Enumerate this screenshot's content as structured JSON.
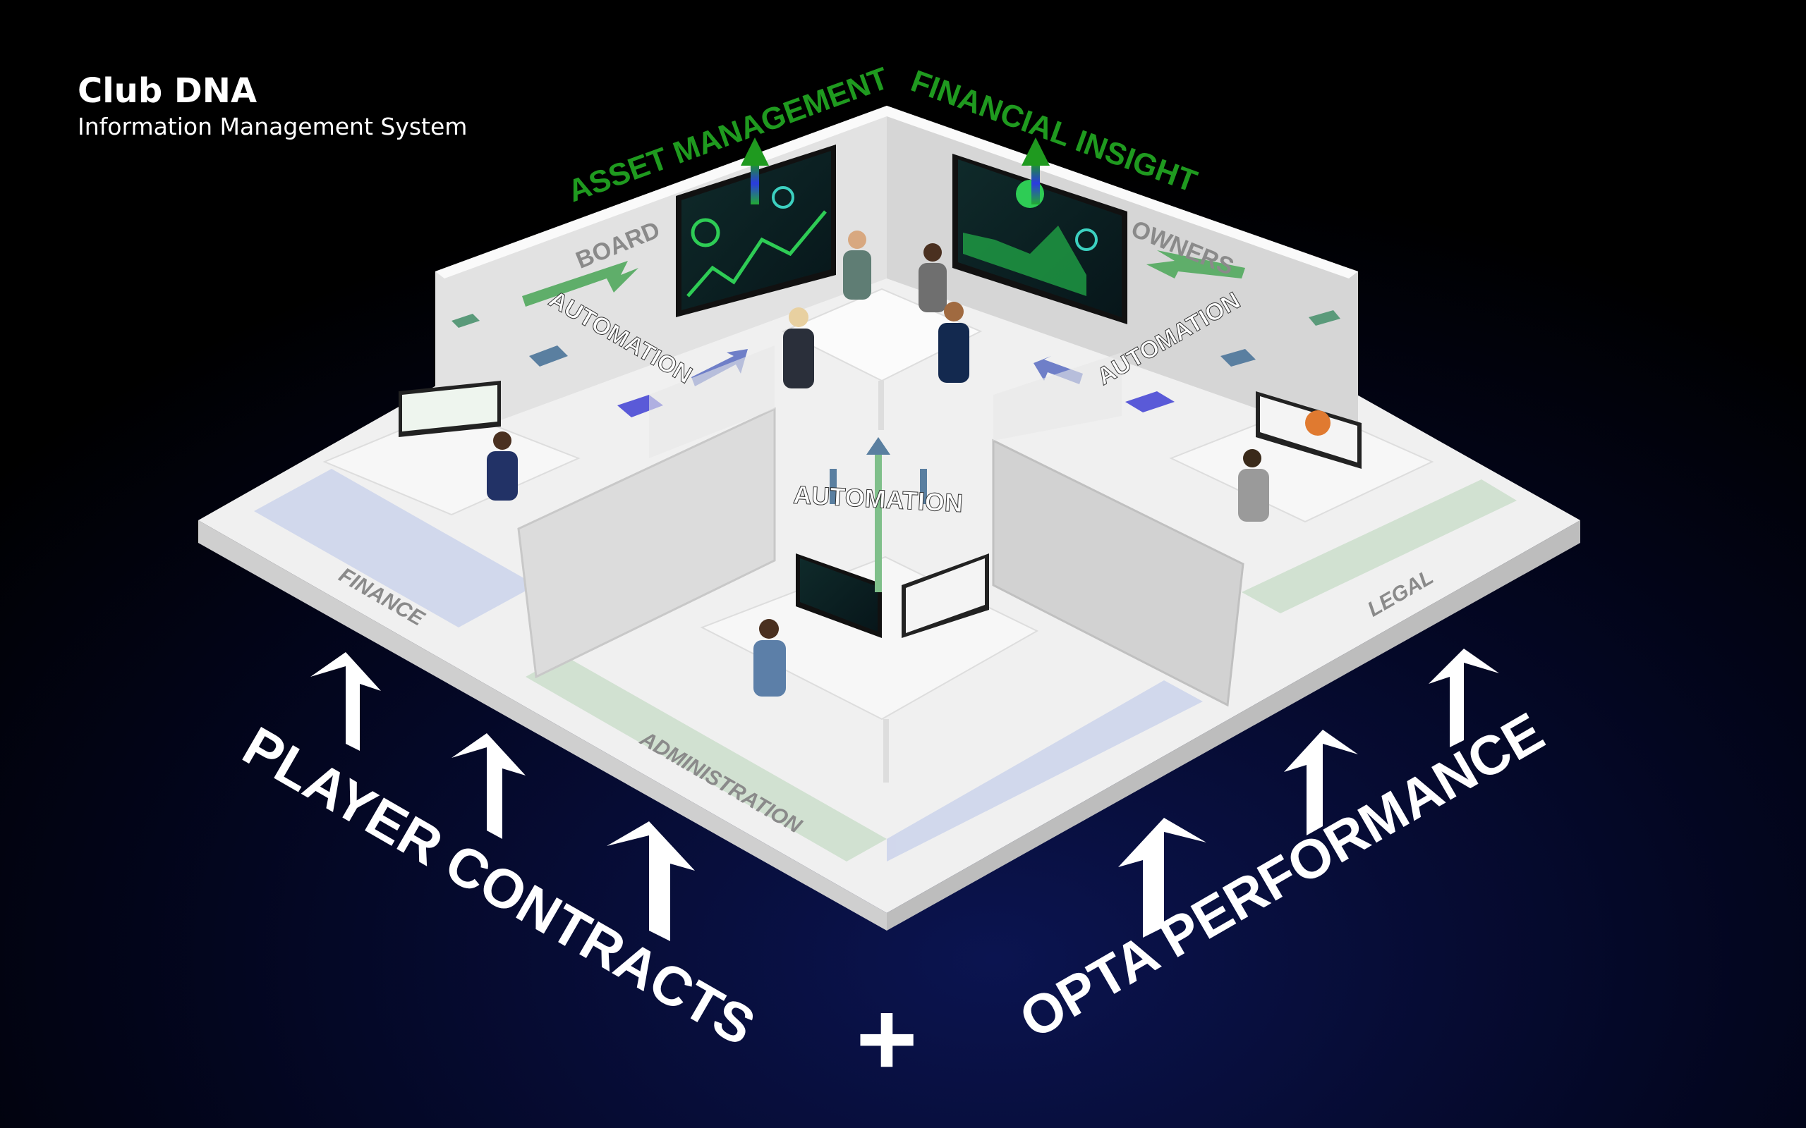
{
  "header": {
    "title": "Club DNA",
    "subtitle": "Information Management System"
  },
  "rooms": {
    "board": "BOARD",
    "owners": "OWNERS",
    "finance": "FINANCE",
    "legal": "LEGAL",
    "administration": "ADMINISTRATION"
  },
  "outputs": {
    "left": "ASSET MANAGEMENT",
    "right": "FINANCIAL INSIGHT"
  },
  "flows": {
    "left": "AUTOMATION",
    "right": "AUTOMATION",
    "center": "AUTOMATION"
  },
  "inputs": {
    "left": "PLAYER CONTRACTS",
    "right": "OPTA PERFORMANCE",
    "plus": "+"
  },
  "colors": {
    "accent_green": "#1f9a1f",
    "background": "#02030f",
    "floor": "#ececec",
    "flow_blue": "#6f6fd8"
  }
}
